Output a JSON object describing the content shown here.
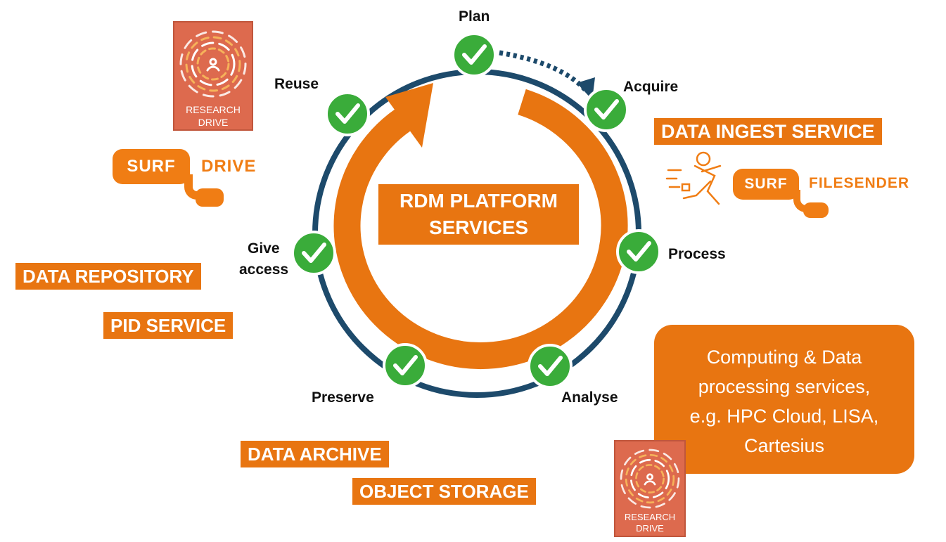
{
  "stages": [
    {
      "id": "plan",
      "label": "Plan"
    },
    {
      "id": "acquire",
      "label": "Acquire"
    },
    {
      "id": "process",
      "label": "Process"
    },
    {
      "id": "analyse",
      "label": "Analyse"
    },
    {
      "id": "preserve",
      "label": "Preserve"
    },
    {
      "id": "give-access",
      "label_line1": "Give",
      "label_line2": "access"
    },
    {
      "id": "reuse",
      "label": "Reuse"
    }
  ],
  "center": {
    "line1": "RDM PLATFORM",
    "line2": "SERVICES"
  },
  "services": {
    "data_ingest": "DATA INGEST SERVICE",
    "data_repository": "DATA REPOSITORY",
    "pid_service": "PID SERVICE",
    "data_archive": "DATA ARCHIVE",
    "object_storage": "OBJECT STORAGE"
  },
  "computing": {
    "line1": "Computing & Data",
    "line2": "processing services,",
    "line3": "e.g. HPC Cloud, LISA,",
    "line4": "Cartesius"
  },
  "logos": {
    "research_drive": {
      "line1": "RESEARCH",
      "line2": "DRIVE"
    },
    "surfdrive": {
      "surf": "SURF",
      "product": "DRIVE"
    },
    "filesender": {
      "surf": "SURF",
      "product": "FILESENDER"
    }
  },
  "colors": {
    "orange": "#e87511",
    "ring": "#1d4a6b",
    "check_green": "#3aac3a",
    "research_drive": "#dd6a4e"
  }
}
